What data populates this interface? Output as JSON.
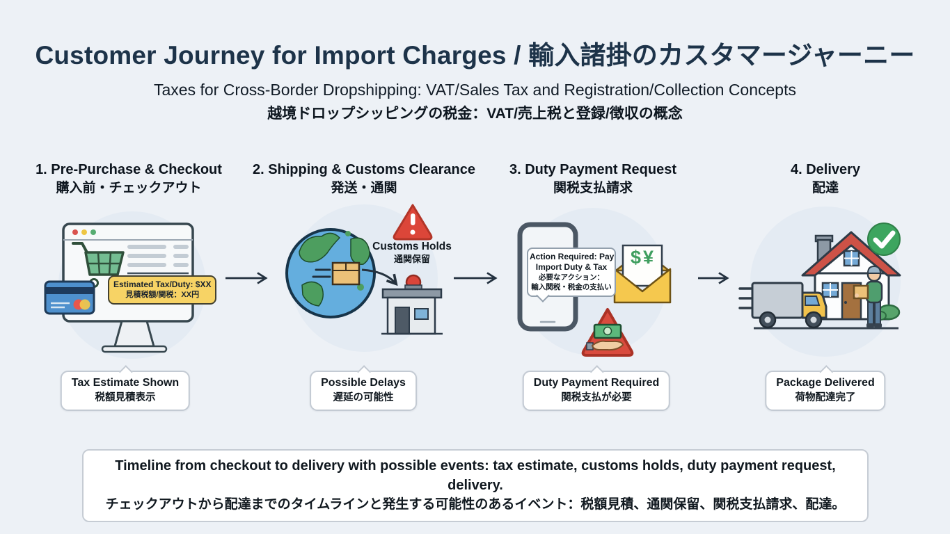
{
  "header": {
    "title": "Customer Journey for Import Charges / 輸入諸掛のカスタマージャーニー",
    "subtitle_en": "Taxes for Cross-Border Dropshipping: VAT/Sales Tax and Registration/Collection Concepts",
    "subtitle_ja": "越境ドロップシッピングの税金：VAT/売上税と登録/徴収の概念"
  },
  "stages": [
    {
      "title_en": "1. Pre-Purchase & Checkout",
      "title_ja": "購入前・チェックアウト",
      "callout": {
        "en": "Estimated Tax/Duty: $XX",
        "ja": "見積税額/関税：XX円"
      },
      "bubble": {
        "en": "Tax Estimate Shown",
        "ja": "税額見積表示"
      },
      "icons": [
        "monitor-browser",
        "shopping-cart",
        "credit-card",
        "tax-callout"
      ]
    },
    {
      "title_en": "2. Shipping & Customs Clearance",
      "title_ja": "発送・通関",
      "warning": {
        "en": "Customs Holds",
        "ja": "通関保留"
      },
      "bubble": {
        "en": "Possible Delays",
        "ja": "遅延の可能性"
      },
      "icons": [
        "globe",
        "package-box",
        "warning-triangle",
        "customs-building"
      ]
    },
    {
      "title_en": "3. Duty Payment Request",
      "title_ja": "関税支払請求",
      "notification": {
        "en_line1": "Action Required: Pay",
        "en_line2": "Import Duty & Tax",
        "ja_line1": "必要なアクション：",
        "ja_line2": "輸入関税・税金の支払い"
      },
      "envelope_symbols": "$¥",
      "bubble": {
        "en": "Duty Payment Required",
        "ja": "関税支払が必要"
      },
      "icons": [
        "smartphone",
        "notification-bubble",
        "envelope-money",
        "payment-warning-triangle"
      ]
    },
    {
      "title_en": "4. Delivery",
      "title_ja": "配達",
      "bubble": {
        "en": "Package Delivered",
        "ja": "荷物配達完了"
      },
      "icons": [
        "delivery-truck",
        "house",
        "courier-with-package",
        "check-circle"
      ]
    }
  ],
  "footer": {
    "line_en": "Timeline from checkout to delivery with possible events: tax estimate, customs holds, duty payment request, delivery.",
    "line_ja": "チェックアウトから配達までのタイムラインと発生する可能性のあるイベント：税額見積、通関保留、関税支払請求、配達。"
  },
  "colors": {
    "background": "#edf1f6",
    "heading": "#1d3349",
    "text": "#10181f",
    "stage_circle": "#e4ebf3",
    "callout_yellow": "#f7d365",
    "warning_red": "#dc4639",
    "success_green": "#3da55f",
    "money_green": "#3f9e5f",
    "card_blue": "#4e90cd",
    "roof_red": "#cd5247",
    "truck_yellow": "#f1c24c"
  }
}
